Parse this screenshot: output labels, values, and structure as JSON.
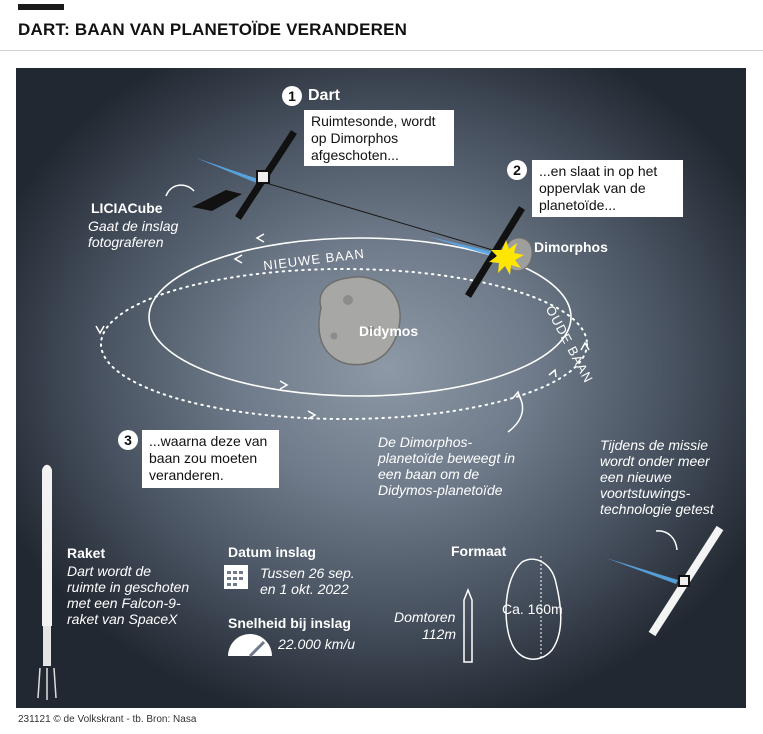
{
  "title": "DART: BAAN VAN PLANETOÏDE VERANDEREN",
  "footer": "231121 © de Volkskrant - tb. Bron: Nasa",
  "steps": [
    {
      "num": "1",
      "heading": "Dart",
      "text": "Ruimtesonde, wordt op Dimorphos afgeschoten..."
    },
    {
      "num": "2",
      "text": "...en slaat in op het oppervlak van de planetoïde..."
    },
    {
      "num": "3",
      "text": "...waarna deze van baan zou moeten veranderen."
    }
  ],
  "liciacube": {
    "name": "LICIACube",
    "desc": "Gaat de inslag fotograferen"
  },
  "orbits": {
    "new": "NIEUWE BAAN",
    "old": "OUDE BAAN"
  },
  "bodies": {
    "didymos": "Didymos",
    "dimorphos": "Dimorphos"
  },
  "dimorphos_note": "De Dimorphos-planetoïde beweegt in een baan om de Didymos-planetoïde",
  "propulsion_note": "Tijdens de missie wordt onder meer een nieuwe voortstuwings-technologie getest",
  "raket": {
    "title": "Raket",
    "desc": "Dart wordt de ruimte in geschoten met een Falcon-9-raket van SpaceX"
  },
  "impact_date": {
    "title": "Datum inslag",
    "value": "Tussen 26 sep. en 1 okt. 2022"
  },
  "impact_speed": {
    "title": "Snelheid bij inslag",
    "value": "22.000 km/u"
  },
  "format": {
    "title": "Formaat",
    "tower_name": "Domtoren",
    "tower_height": "112m",
    "asteroid_size": "Ca. 160m"
  },
  "colors": {
    "accent_blue": "#5aa8e8",
    "impact_yellow": "#ffe600",
    "panel_dark": "#222831"
  }
}
